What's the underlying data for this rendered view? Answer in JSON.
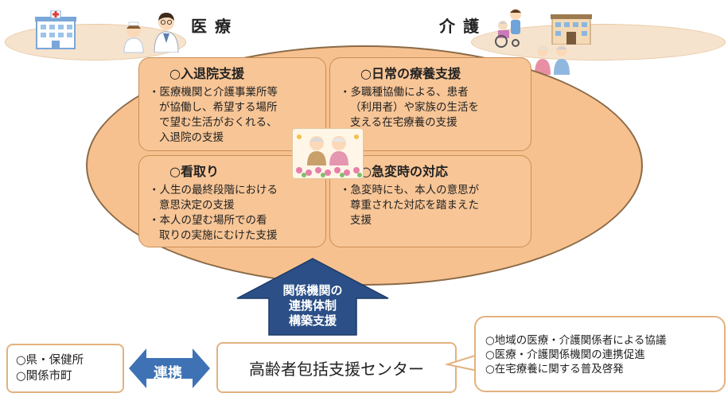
{
  "header": {
    "left_label": "医療",
    "right_label": "介護"
  },
  "cards": [
    {
      "title": "○入退院支援",
      "lines": [
        "・医療機関と介護事業所等",
        "が協働し、希望する場所",
        "で望む生活がおくれる、",
        "入退院の支援"
      ]
    },
    {
      "title": "○日常の療養支援",
      "lines": [
        "・多職種協働による、患者",
        "（利用者）や家族の生活を",
        "支える在宅療養の支援"
      ]
    },
    {
      "title": "○看取り",
      "lines": [
        "・人生の最終段階における",
        "意思決定の支援",
        "・本人の望む場所での看",
        "取りの実施にむけた支援"
      ]
    },
    {
      "title": "○急変時の対応",
      "lines": [
        "・急変時にも、本人の意思が",
        "尊重された対応を踏まえた",
        "支援"
      ]
    }
  ],
  "arrow": {
    "lines": [
      "関係機関の",
      "連携体制",
      "構築支援"
    ]
  },
  "prefecture_box": {
    "lines": [
      "○県・保健所",
      "○関係市町"
    ]
  },
  "link_label": "連携",
  "center": {
    "name": "高齢者包括支援センター"
  },
  "bubble": {
    "lines": [
      "○地域の医療・介護関係者による協議",
      "○医療・介護関係機関の連携促進",
      "○在宅療養に関する普及啓発"
    ]
  },
  "colors": {
    "oval_fill": "#f7c18f",
    "card_fill": "#f8c596",
    "arrow_fill": "#2b4f86",
    "link_arrow_fill": "#3e72b5",
    "box_border": "#e2b27f"
  },
  "icons": [
    "hospital-icon",
    "nurse-icon",
    "doctor-icon",
    "caregiver-icon",
    "care-facility-icon",
    "elderly-couple-icon",
    "elderly-couple-illustration"
  ]
}
